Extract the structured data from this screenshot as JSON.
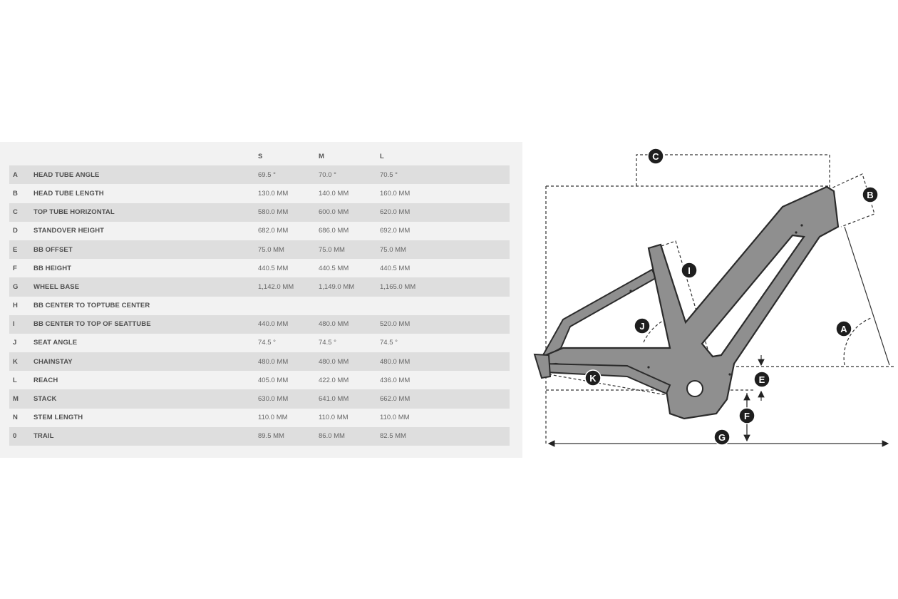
{
  "table": {
    "columns": [
      "",
      "",
      "S",
      "M",
      "L"
    ],
    "rows": [
      {
        "letter": "A",
        "label": "HEAD TUBE ANGLE",
        "s": "69.5 °",
        "m": "70.0 °",
        "l": "70.5 °"
      },
      {
        "letter": "B",
        "label": "HEAD TUBE LENGTH",
        "s": "130.0 MM",
        "m": "140.0 MM",
        "l": "160.0 MM"
      },
      {
        "letter": "C",
        "label": "TOP TUBE HORIZONTAL",
        "s": "580.0 MM",
        "m": "600.0 MM",
        "l": "620.0 MM"
      },
      {
        "letter": "D",
        "label": "STANDOVER HEIGHT",
        "s": "682.0 MM",
        "m": "686.0 MM",
        "l": "692.0 MM"
      },
      {
        "letter": "E",
        "label": "BB OFFSET",
        "s": "75.0 MM",
        "m": "75.0 MM",
        "l": "75.0 MM"
      },
      {
        "letter": "F",
        "label": "BB HEIGHT",
        "s": "440.5 MM",
        "m": "440.5 MM",
        "l": "440.5 MM"
      },
      {
        "letter": "G",
        "label": "WHEEL BASE",
        "s": "1,142.0 MM",
        "m": "1,149.0 MM",
        "l": "1,165.0 MM"
      },
      {
        "letter": "H",
        "label": "BB CENTER TO TOPTUBE CENTER",
        "s": "",
        "m": "",
        "l": ""
      },
      {
        "letter": "I",
        "label": "BB CENTER TO TOP OF SEATTUBE",
        "s": "440.0 MM",
        "m": "480.0 MM",
        "l": "520.0 MM"
      },
      {
        "letter": "J",
        "label": "SEAT ANGLE",
        "s": "74.5 °",
        "m": "74.5 °",
        "l": "74.5 °"
      },
      {
        "letter": "K",
        "label": "CHAINSTAY",
        "s": "480.0 MM",
        "m": "480.0 MM",
        "l": "480.0 MM"
      },
      {
        "letter": "L",
        "label": "REACH",
        "s": "405.0 MM",
        "m": "422.0 MM",
        "l": "436.0 MM"
      },
      {
        "letter": "M",
        "label": "STACK",
        "s": "630.0 MM",
        "m": "641.0 MM",
        "l": "662.0 MM"
      },
      {
        "letter": "N",
        "label": "STEM LENGTH",
        "s": "110.0 MM",
        "m": "110.0 MM",
        "l": "110.0 MM"
      },
      {
        "letter": "0",
        "label": "TRAIL",
        "s": "89.5 MM",
        "m": "86.0 MM",
        "l": "82.5 MM"
      }
    ]
  },
  "diagram": {
    "markers": {
      "a": "A",
      "b": "B",
      "c": "C",
      "e": "E",
      "f": "F",
      "g": "G",
      "i": "I",
      "j": "J",
      "k": "K"
    },
    "colors": {
      "frame_fill": "#8f8f8f",
      "frame_stroke": "#2b2b2b",
      "marker_fill": "#1e1e1e",
      "panel_bg": "#f2f2f2",
      "row_stripe": "#dedede"
    }
  }
}
